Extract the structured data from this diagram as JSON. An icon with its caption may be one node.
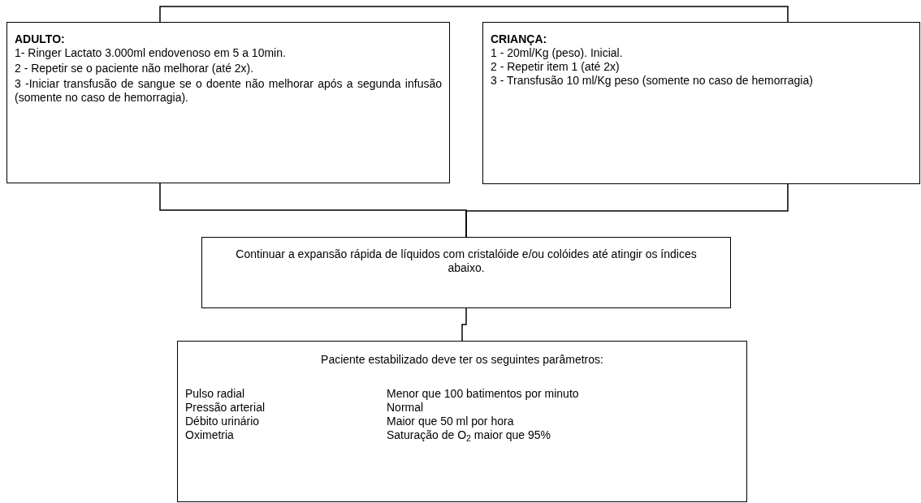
{
  "diagram": {
    "nodes": [
      {
        "text": [
          "ADULTO:",
          "1- Ringer Lactato 3.000ml endovenoso em 5 a 10min.",
          "2 - Repetir se o paciente não melhorar (até 2x).",
          "3 -Iniciar transfusão de sangue se o doente não melhorar após a segunda infusão (somente no caso de hemorragia)."
        ]
      },
      {
        "text": [
          "CRIANÇA:",
          "1 - 20ml/Kg (peso). Inicial.",
          "2 - Repetir item 1 (até 2x)",
          "3 - Transfusão 10 ml/Kg peso (somente no caso de hemorragia)"
        ]
      },
      {
        "text": [
          "Continuar a expansão rápida de líquidos com cristalóide e/ou colóides até atingir os índices abaixo."
        ]
      },
      {
        "text": [
          "Paciente estabilizado deve ter os seguintes parâmetros:",
          "Pulso radial",
          "Menor que 100 batimentos por minuto",
          "Pressão arterial",
          "Normal",
          "Débito urinário",
          "Maior que 50 ml por hora",
          "Oximetria",
          "Saturação de O$_{2}$ maior que 95%"
        ]
      }
    ],
    "edges": [
      {
        "from": 0,
        "to": 1,
        "arrow": "none"
      },
      {
        "from": 0,
        "to": 2,
        "arrow": "none"
      },
      {
        "from": 1,
        "to": 2,
        "arrow": "none"
      },
      {
        "from": 2,
        "to": 3,
        "arrow": "none"
      }
    ]
  }
}
